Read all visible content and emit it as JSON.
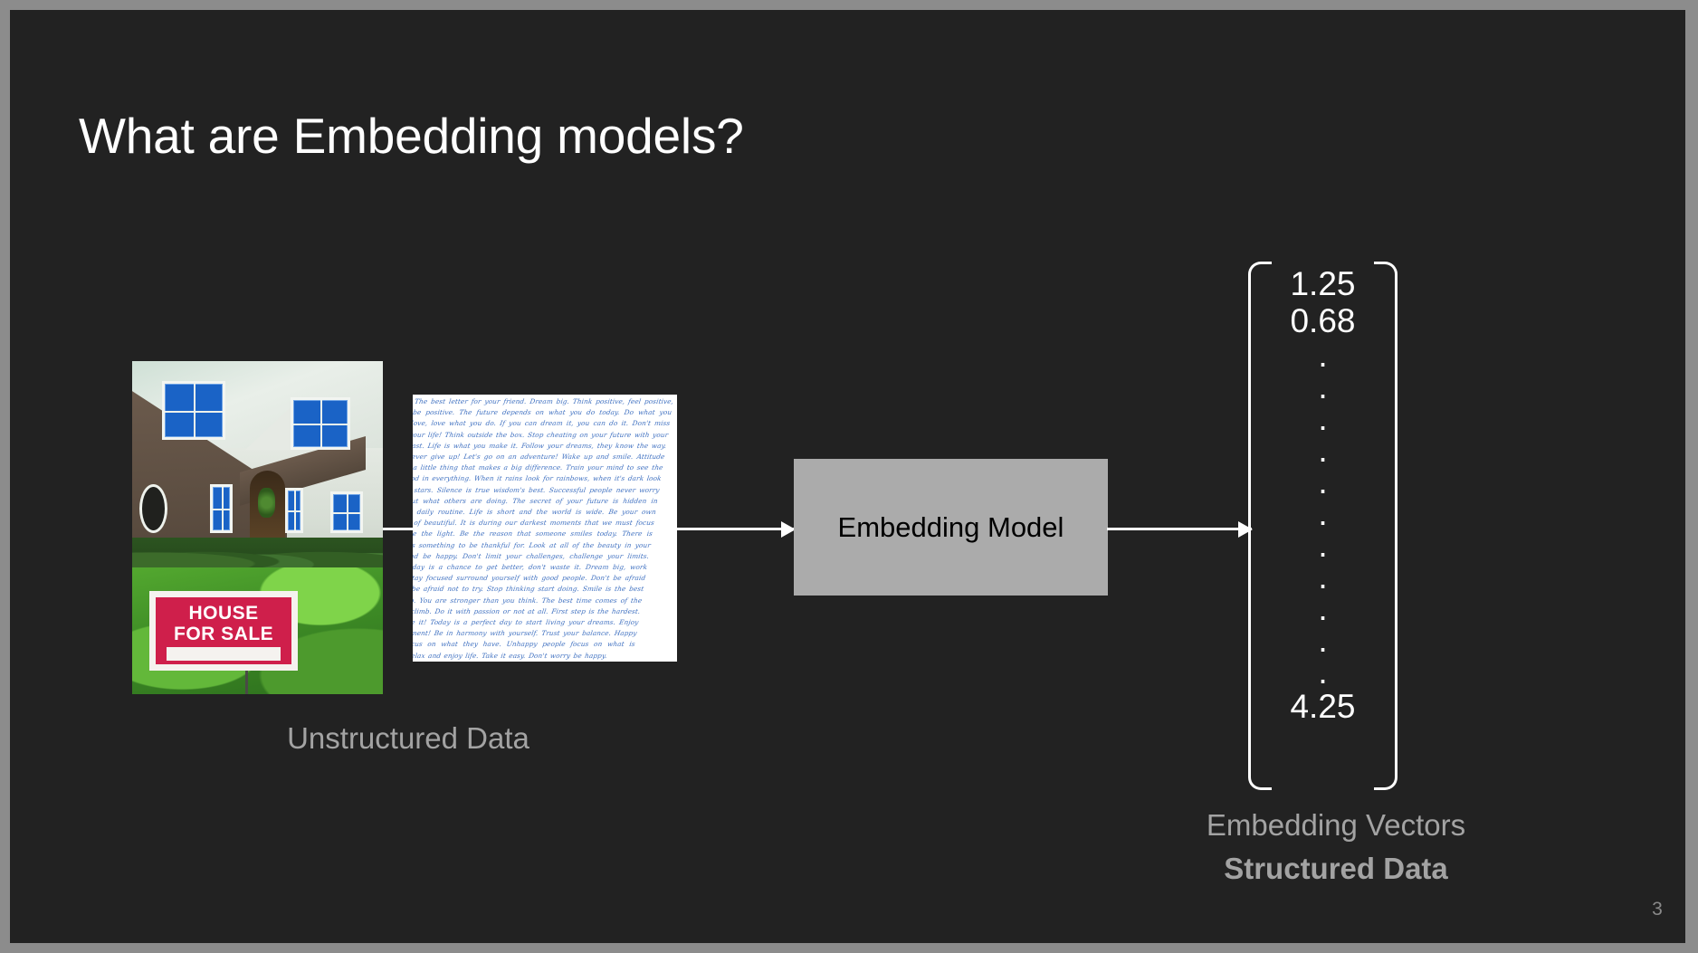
{
  "slide": {
    "title": "What are Embedding models?",
    "number": "3",
    "background_color": "#222222",
    "frame_color": "#8c8c8c"
  },
  "diagram": {
    "inputs": {
      "caption": "Unstructured Data",
      "caption_color": "#a3a3a3",
      "image_house": {
        "name": "house-for-sale-photo",
        "sign_line_1": "HOUSE",
        "sign_line_2": "FOR SALE",
        "sign_color": "#cf1f4b"
      },
      "image_text": {
        "name": "handwritten-text-photo",
        "ink_color": "#3d6fc0",
        "body": "The best letter for your friend. Dream big. Think positive, feel positive, be positive. The future depends on what you do today. Do what you love, love what you do. If you can dream it, you can do it. Don't miss your life! Think outside the box. Stop cheating on your future with your past. Life is what you make it. Follow your dreams, they know the way. Never give up! Let's go on an adventure! Wake up and smile. Attitude is a little thing that makes a big difference. Train your mind to see the good in everything. When it rains look for rainbows, when it's dark look for stars. Silence is true wisdom's best. Successful people never worry about what others are doing. The secret of your future is hidden in your daily routine. Life is short and the world is wide. Be your own kind of beautiful. It is during our darkest moments that we must focus to see the light. Be the reason that someone smiles today. There is always something to be thankful for. Look at all of the beauty in your life and be happy. Don't limit your challenges, challenge your limits. Every day is a chance to get better, don't waste it. Dream big, work hard, stay focused surround yourself with good people. Don't be afraid to fail, be afraid not to try. Stop thinking start doing. Smile is the best make up. You are stronger than you think. The best time comes of the hardest climb. Do it with passion or not at all. First step is the hardest. Just make it! Today is a perfect day to start living your dreams. Enjoy every moment! Be in harmony with yourself. Trust your balance. Happy people focus on what they have. Unhappy people focus on what is missing. Relax and enjoy life. Take it easy. Don't worry be happy."
      }
    },
    "model": {
      "label": "Embedding Model",
      "box_color": "#ababab",
      "text_color": "#000000"
    },
    "arrows": [
      {
        "name": "arrow-house-to-text",
        "direction": "right"
      },
      {
        "name": "arrow-text-to-model",
        "direction": "right"
      },
      {
        "name": "arrow-model-to-vector",
        "direction": "right"
      }
    ],
    "output": {
      "vector_values": [
        "1.25",
        "0.68"
      ],
      "vector_ellipsis_dots": 11,
      "vector_last_value": "4.25",
      "caption_line_1": "Embedding Vectors",
      "caption_line_2": "Structured Data",
      "caption_color": "#a3a3a3"
    }
  }
}
